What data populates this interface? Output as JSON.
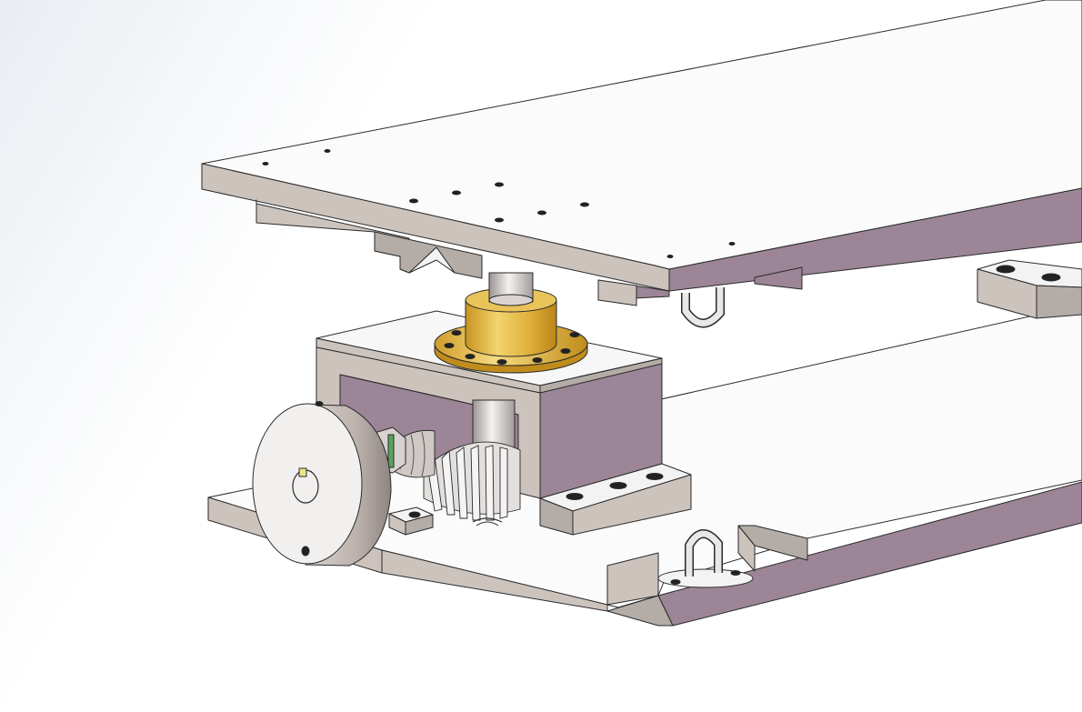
{
  "view": {
    "background_top": "#ffffff",
    "background_left": "#e9edf2"
  },
  "colors": {
    "plate_top": "#fbfbfb",
    "plate_edge_light": "#cdc3bd",
    "plate_edge_mid": "#b4aca6",
    "plate_edge_purple": "#9b8596",
    "bracket_inner": "#9b8596",
    "brass_light": "#f1cd63",
    "brass_mid": "#d9a92e",
    "brass_dark": "#b9871b",
    "steel_light": "#f5f5f5",
    "steel_mid": "#d6d1cf",
    "steel_dark": "#8f8a88",
    "outline": "#2a2a2a",
    "handwheel_face": "#f2f0ef",
    "handwheel_rim": "#c5bcb8",
    "key_accent": "#e9e38a",
    "bearing_green": "#5aa25a"
  },
  "parts": [
    "top-plate",
    "base-plate",
    "brass-flange-nut",
    "lead-screw",
    "worm-gear",
    "gearbox-bracket",
    "handwheel",
    "lifting-eye-upper",
    "lifting-eye-lower",
    "clamp-block-right"
  ]
}
